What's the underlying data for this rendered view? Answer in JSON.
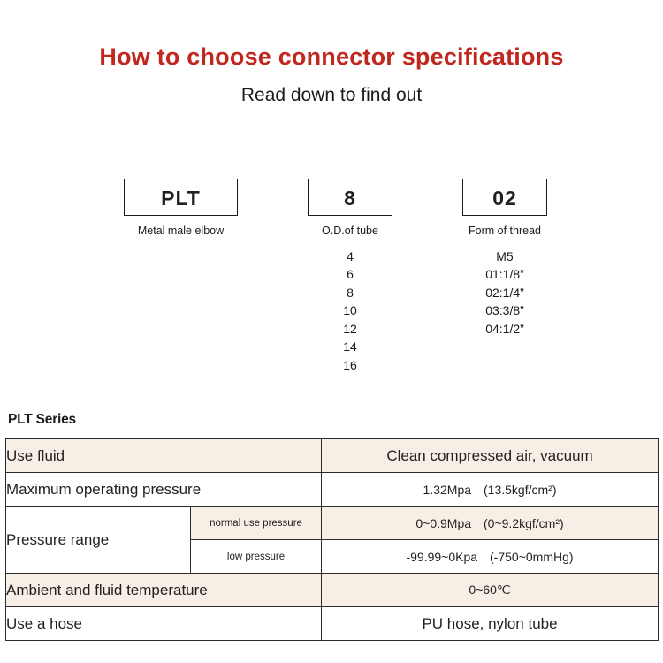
{
  "header": {
    "title": "How to choose connector specifications",
    "subtitle": "Read down to find out",
    "title_color": "#c0271f"
  },
  "code_breakdown": {
    "columns": [
      {
        "code": "PLT",
        "caption": "Metal male elbow",
        "options": []
      },
      {
        "code": "8",
        "caption": "O.D.of tube",
        "options": [
          "4",
          "6",
          "8",
          "10",
          "12",
          "14",
          "16"
        ]
      },
      {
        "code": "02",
        "caption": "Form of thread",
        "options": [
          "M5",
          "01:1/8”",
          "02:1/4”",
          "03:3/8”",
          "04:1/2”"
        ]
      }
    ]
  },
  "spec": {
    "heading": "PLT Series",
    "tint_color": "#f7efe6",
    "rows": [
      {
        "label": "Use fluid",
        "value": "Clean compressed air, vacuum",
        "tint": true
      },
      {
        "label": "Maximum operating pressure",
        "value": "1.32Mpa　(13.5kgf/cm²)",
        "tint": false
      },
      {
        "label": "Pressure range",
        "subrows": [
          {
            "sublabel": "normal use pressure",
            "value": "0~0.9Mpa　(0~9.2kgf/cm²)",
            "tint": true
          },
          {
            "sublabel": "low pressure",
            "value": "-99.99~0Kpa　(-750~0mmHg)",
            "tint": false
          }
        ]
      },
      {
        "label": "Ambient and fluid temperature",
        "value": "0~60℃",
        "tint": true
      },
      {
        "label": "Use a hose",
        "value": "PU hose, nylon tube",
        "tint": false
      }
    ]
  }
}
